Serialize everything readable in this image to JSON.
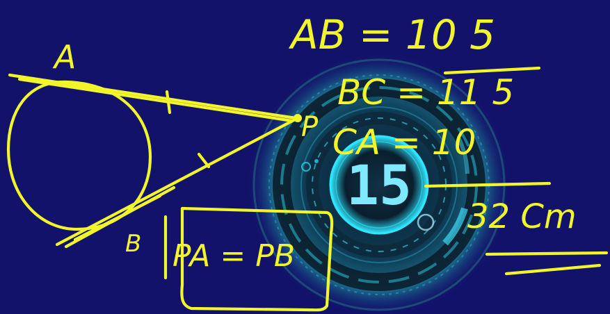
{
  "colors": {
    "background": "#12126a",
    "ink": "#f2f52a",
    "dial_glow": "#2ee6ff",
    "dial_dark": "#0d2a3c"
  },
  "dial": {
    "display_value": "15"
  },
  "labels": {
    "point_a": "A",
    "point_p": "P",
    "point_b": "B"
  },
  "equations": {
    "ab": "AB = 10 5",
    "bc": "BC = 11 5",
    "ca": "CA = 10",
    "result": "32 Cm",
    "tangent_rule": "PA = PB"
  }
}
